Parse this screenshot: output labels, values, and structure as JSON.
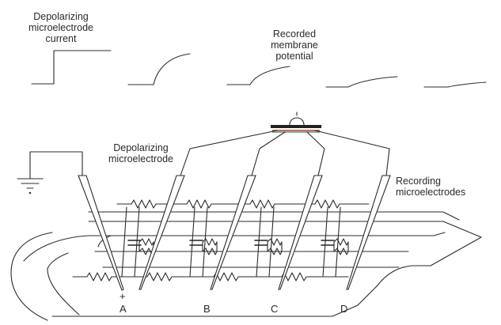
{
  "labels": {
    "depol_current": [
      "Depolarizing",
      "microelectrode",
      "current"
    ],
    "recorded_potential": [
      "Recorded",
      "membrane",
      "potential"
    ],
    "depol_electrode": [
      "Depolarizing",
      "microelectrode"
    ],
    "recording_electrodes": [
      "Recording",
      "microelectrodes"
    ],
    "plus_sign": "+",
    "electrode_letters": [
      "A",
      "B",
      "C",
      "D"
    ]
  },
  "colors": {
    "ink": "#2b2b2b",
    "oscilloscope_trace_red": "#c0392b",
    "oscilloscope_trace_green": "#2e8b57"
  },
  "icons": [
    "ground-symbol-icon",
    "oscilloscope-icon",
    "resistor-icon",
    "capacitor-icon"
  ]
}
